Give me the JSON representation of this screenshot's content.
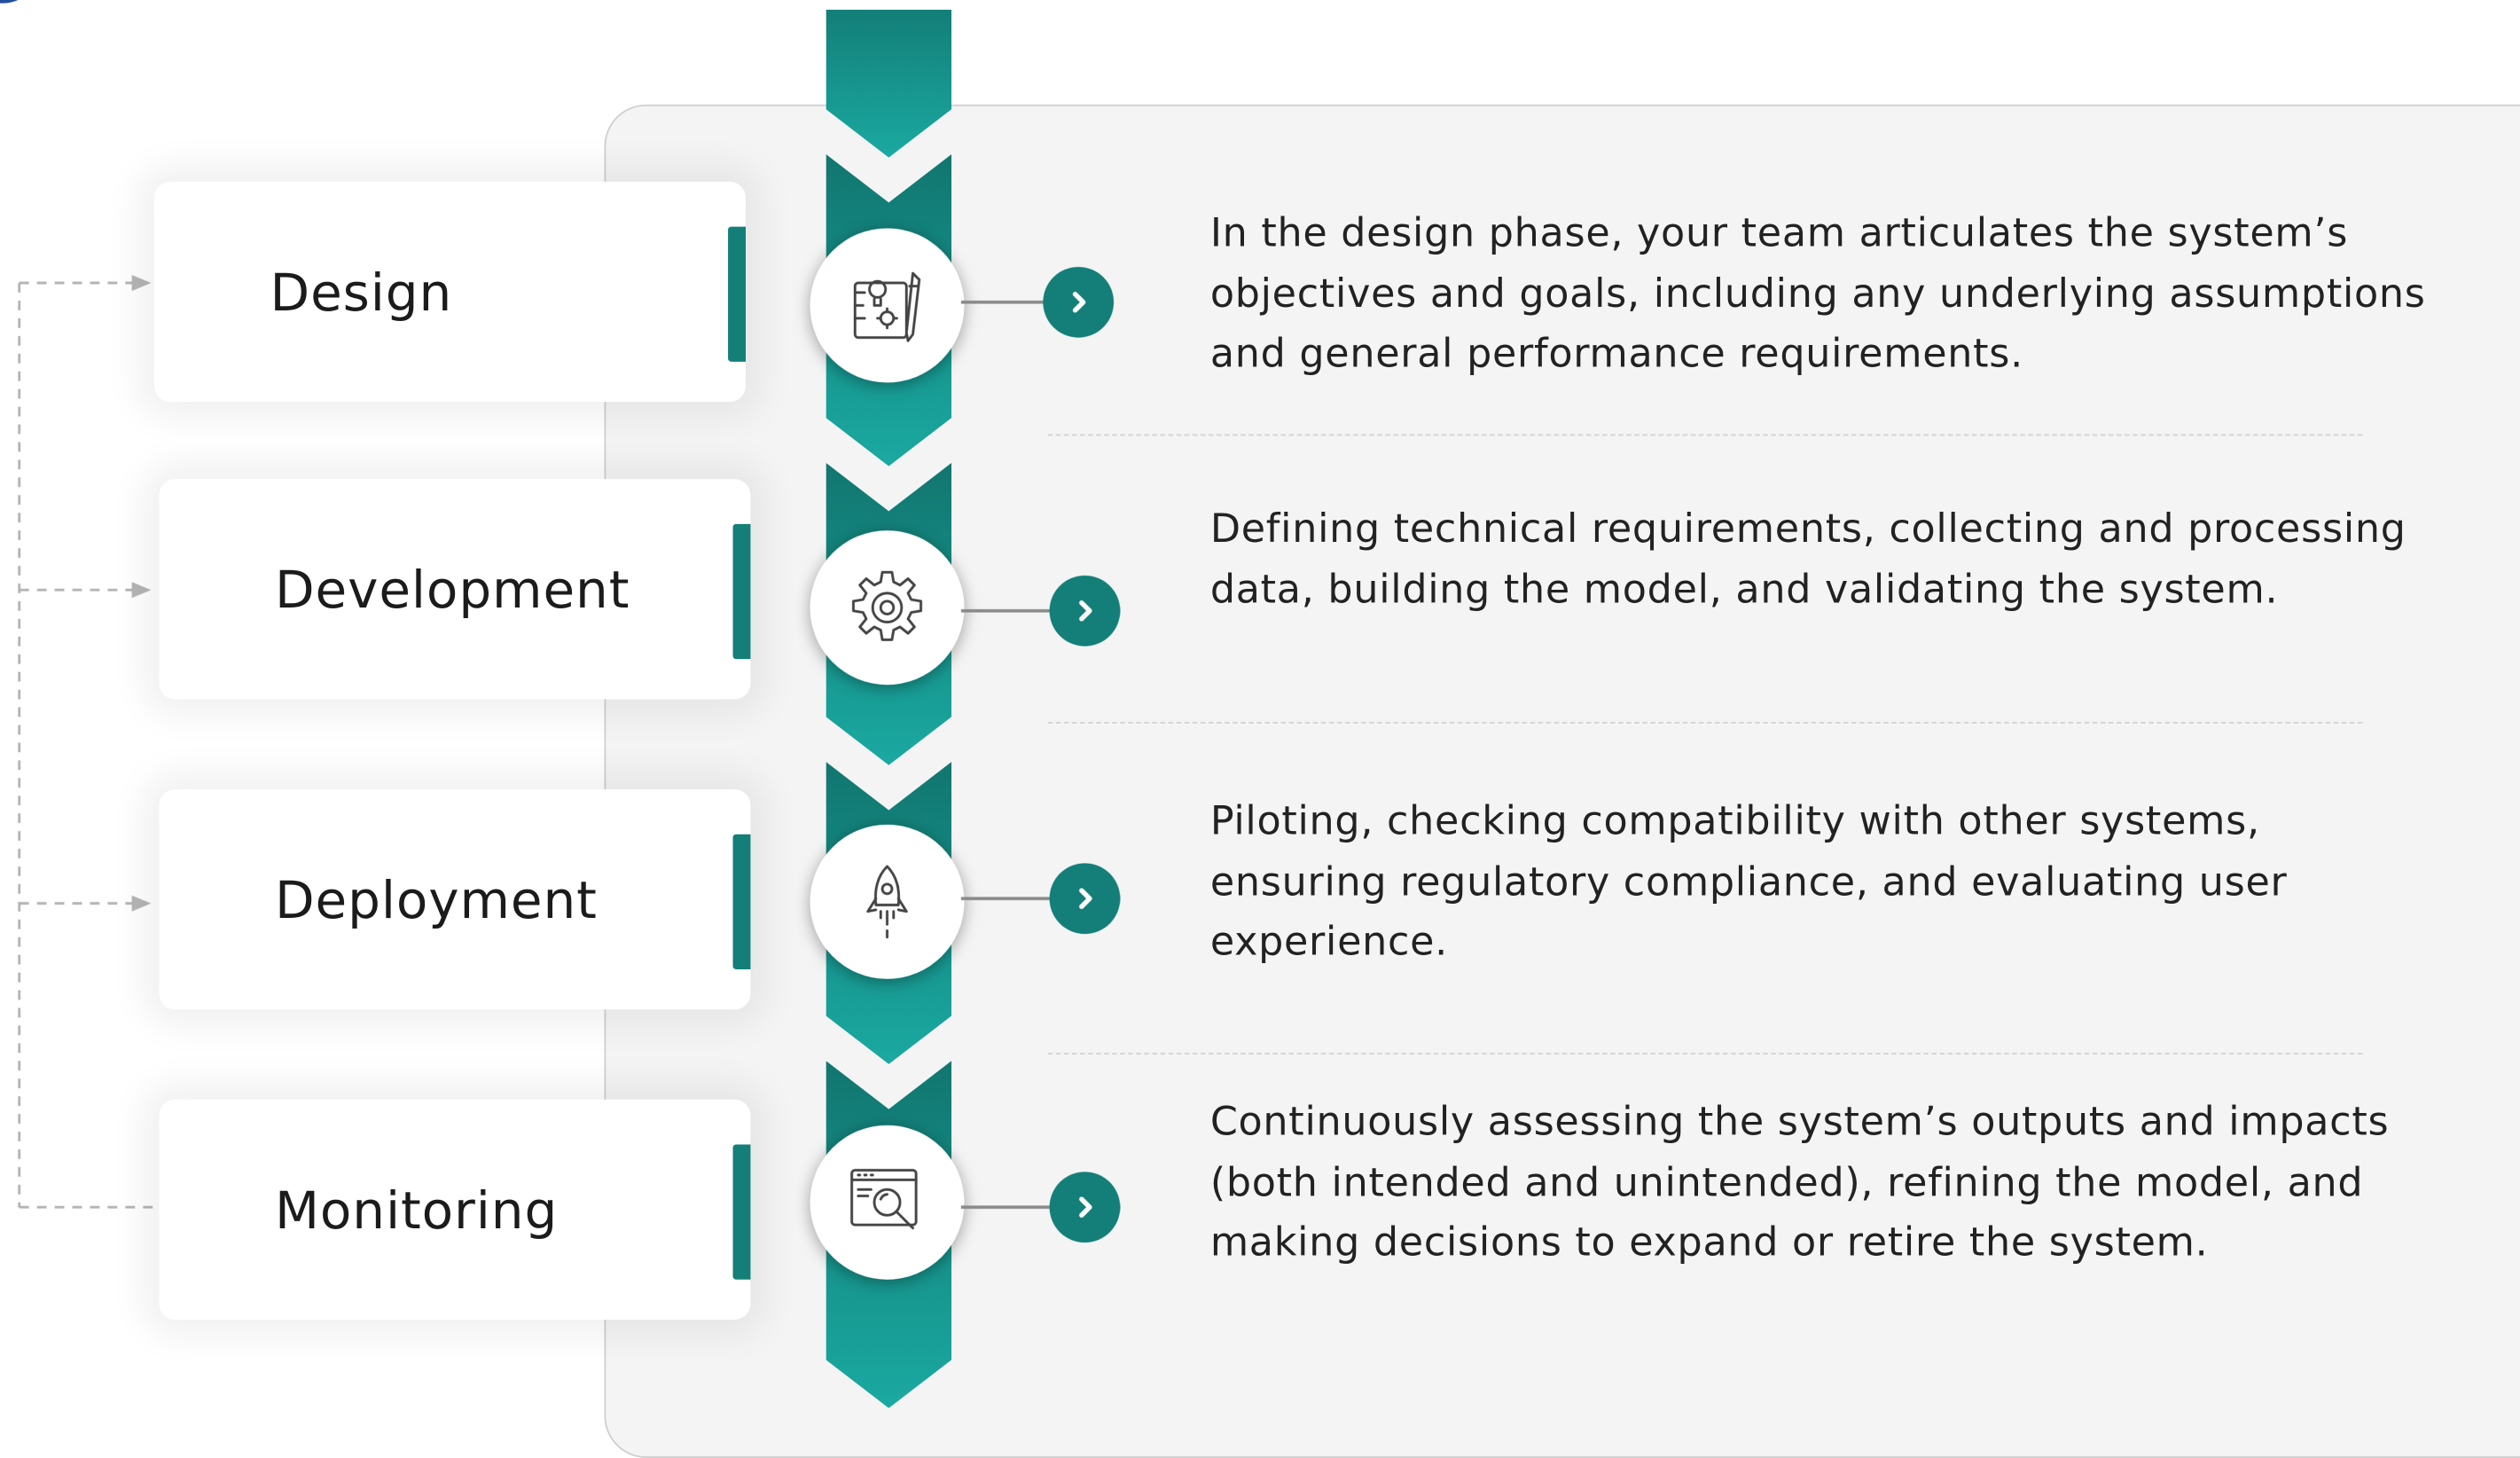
{
  "colors": {
    "teal_dark": "#137f78",
    "teal_light": "#1aa9a1",
    "panel": "#f4f4f4",
    "text": "#222222",
    "corner_accent": "#1f4e9c"
  },
  "stages": [
    {
      "label": "Design",
      "icon": "blueprint-pencil-icon",
      "description": "In the design phase, your team articulates the system’s objectives and goals, including any underlying assumptions and general performance requirements."
    },
    {
      "label": "Development",
      "icon": "gear-icon",
      "description": "Defining technical requirements, collecting and processing data, building the model, and validating the system."
    },
    {
      "label": "Deployment",
      "icon": "rocket-icon",
      "description": "Piloting, checking compatibility with other systems, ensuring regulatory compliance, and evaluating user experience."
    },
    {
      "label": "Monitoring",
      "icon": "magnifier-browser-icon",
      "description": "Continuously assessing the system’s outputs and impacts (both intended and unintended), refining the model, and making decisions to expand or retire the system."
    }
  ]
}
